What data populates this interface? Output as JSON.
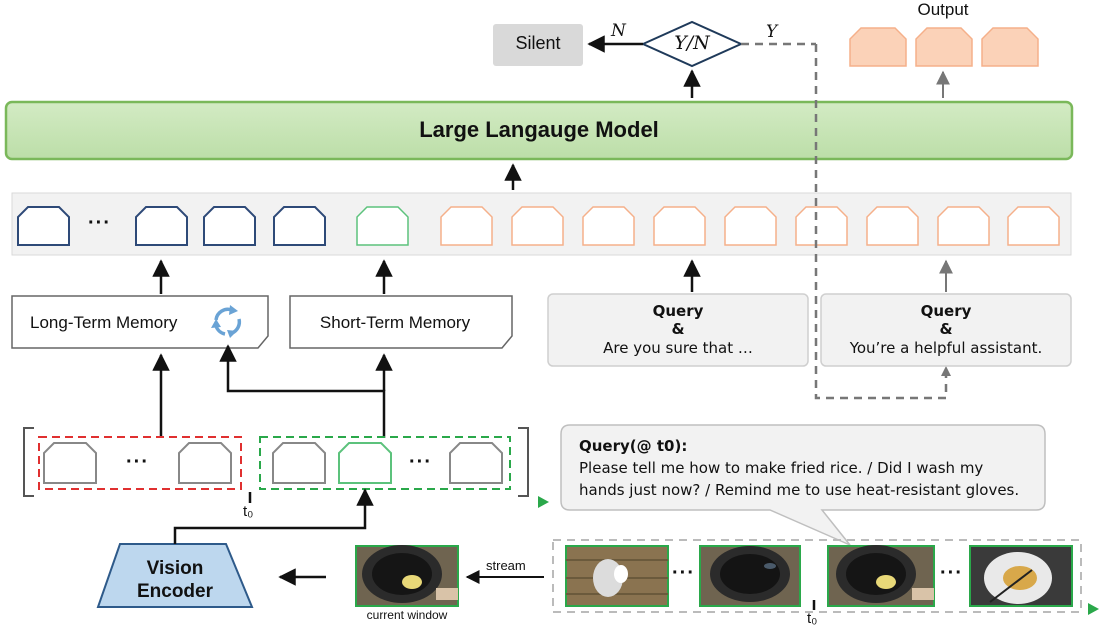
{
  "nodes": {
    "silent": "Silent",
    "decision": "Y/N",
    "no_label": "N",
    "yes_label": "Y",
    "output": "Output",
    "llm": "Large Langauge Model",
    "long_term_memory": "Long-Term Memory",
    "short_term_memory": "Short-Term Memory",
    "vision_encoder_line1": "Vision",
    "vision_encoder_line2": "Encoder",
    "stream": "stream",
    "current_window": "current window",
    "t0_left": "t₀",
    "t0_right": "t₀",
    "ellipsis": "···"
  },
  "queries": {
    "verify": {
      "title": "Query",
      "amp": "&",
      "text": "Are you sure that …"
    },
    "assistant": {
      "title": "Query",
      "amp": "&",
      "text": "You’re a helpful assistant."
    },
    "bubble": {
      "title": "Query(@ t0):",
      "line1": "Please tell me how to make fried rice. / Did I wash my",
      "line2": "hands just now? / Remind me to use heat-resistant gloves."
    }
  },
  "colors": {
    "llm_fill": "#c6e3b5",
    "llm_border": "#7ab85a",
    "memory_token": "#2e4a78",
    "short_token": "#5cc27c",
    "query_token": "#f5b08a",
    "output_fill": "#fbd2b8",
    "vision_fill": "#bdd7ee",
    "timeline_red": "#e02020",
    "timeline_green": "#2aa84a",
    "long_frame": "#e03030",
    "short_frame": "#2aa84a"
  }
}
